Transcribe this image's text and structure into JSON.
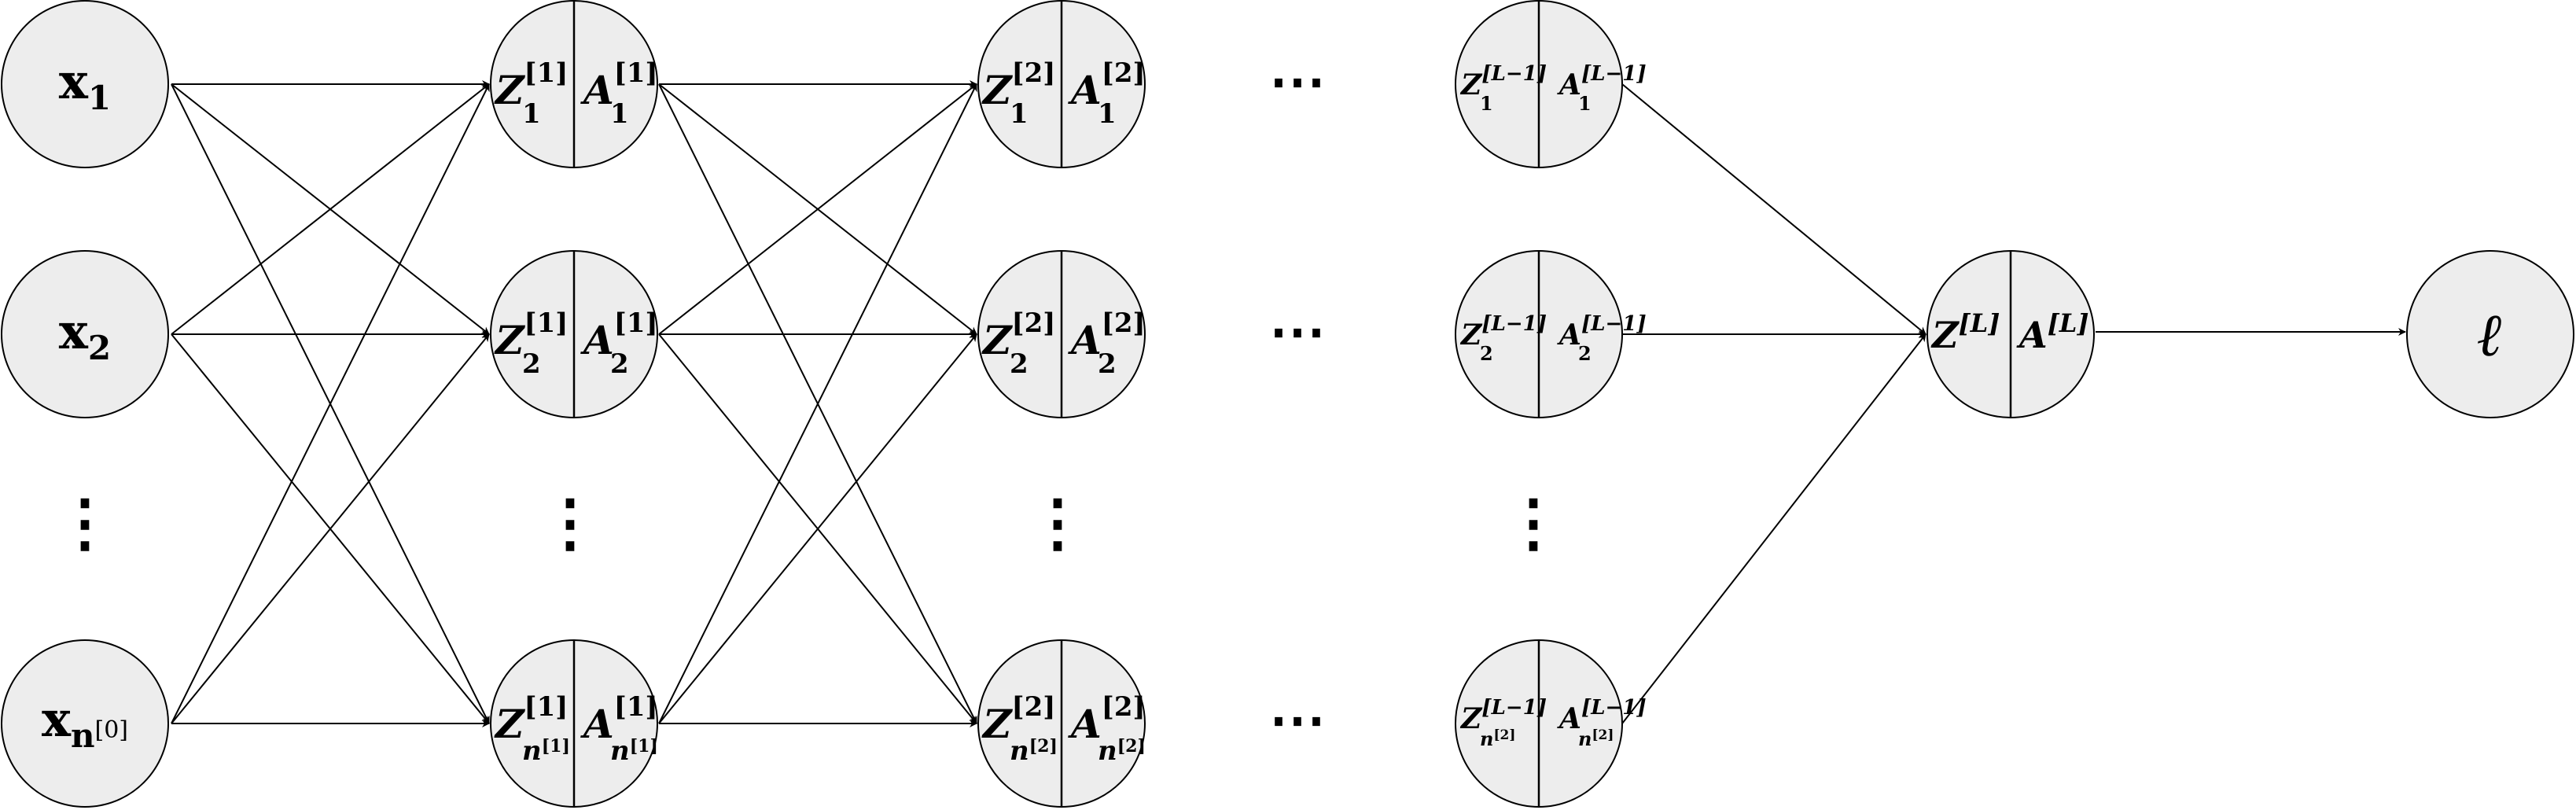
{
  "input_layer": {
    "nodes": [
      {
        "base": "x",
        "sub": "1",
        "sub_sup": ""
      },
      {
        "base": "x",
        "sub": "2",
        "sub_sup": ""
      },
      {
        "base": "x",
        "sub": "n",
        "sub_sup": "[0]"
      }
    ],
    "vdots": "⋮"
  },
  "layers": [
    {
      "sup": "[1]",
      "nodes": [
        {
          "z": "Z",
          "a": "A",
          "sub": "1",
          "sub_sup": ""
        },
        {
          "z": "Z",
          "a": "A",
          "sub": "2",
          "sub_sup": ""
        },
        {
          "z": "Z",
          "a": "A",
          "sub": "n",
          "sub_sup": "[1]"
        }
      ],
      "vdots": "⋮"
    },
    {
      "sup": "[2]",
      "nodes": [
        {
          "z": "Z",
          "a": "A",
          "sub": "1",
          "sub_sup": ""
        },
        {
          "z": "Z",
          "a": "A",
          "sub": "2",
          "sub_sup": ""
        },
        {
          "z": "Z",
          "a": "A",
          "sub": "n",
          "sub_sup": "[2]"
        }
      ],
      "vdots": "⋮"
    },
    {
      "sup": "[L−1]",
      "nodes": [
        {
          "z": "Z",
          "a": "A",
          "sub": "1",
          "sub_sup": ""
        },
        {
          "z": "Z",
          "a": "A",
          "sub": "2",
          "sub_sup": ""
        },
        {
          "z": "Z",
          "a": "A",
          "sub": "n",
          "sub_sup": "[2]"
        }
      ],
      "vdots": "⋮"
    }
  ],
  "ellipses": [
    "⋯",
    "⋯",
    "⋯"
  ],
  "output_node": {
    "z": "Z",
    "a": "A",
    "sup": "[L]"
  },
  "loss_node": {
    "symbol": "ℓ"
  },
  "colors": {
    "node_fill": "#ededed",
    "stroke": "#000000",
    "background": "#ffffff"
  }
}
